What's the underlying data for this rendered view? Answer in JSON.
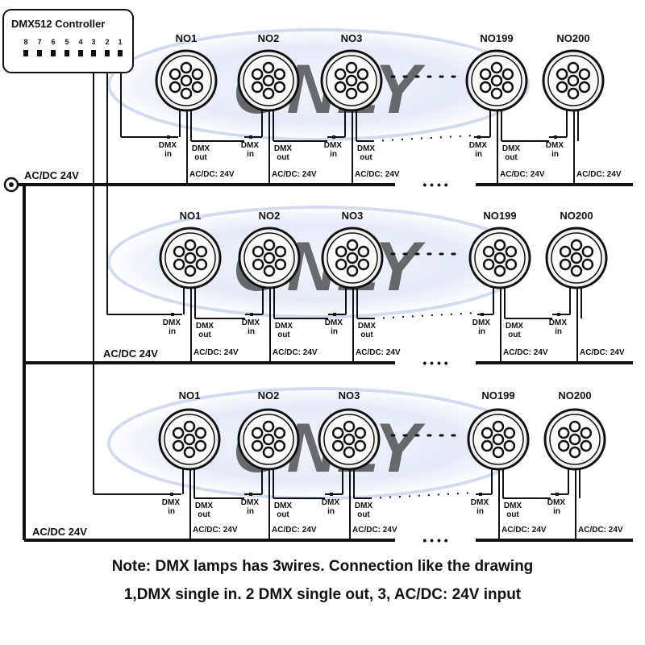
{
  "controller": {
    "title": "DMX512 Controller",
    "pins": [
      "8",
      "7",
      "6",
      "5",
      "4",
      "3",
      "2",
      "1"
    ]
  },
  "lamps": [
    "NO1",
    "NO2",
    "NO3",
    "NO199",
    "NO200"
  ],
  "wire_labels": {
    "dmx_in": [
      "DMX",
      "in"
    ],
    "dmx_out": [
      "DMX",
      "out"
    ],
    "power_tap": "AC/DC: 24V",
    "power_bus": "AC/DC 24V",
    "ellipsis": "• • • •"
  },
  "watermark": "ONLY",
  "notes": {
    "line1": "Note: DMX lamps has 3wires. Connection like the drawing",
    "line2": "1,DMX single in.    2 DMX single out,    3, AC/DC: 24V input"
  },
  "colors": {
    "line": "#111111",
    "lamp_fill": "#f2f2f2",
    "watermark": "#c9d3ea"
  }
}
